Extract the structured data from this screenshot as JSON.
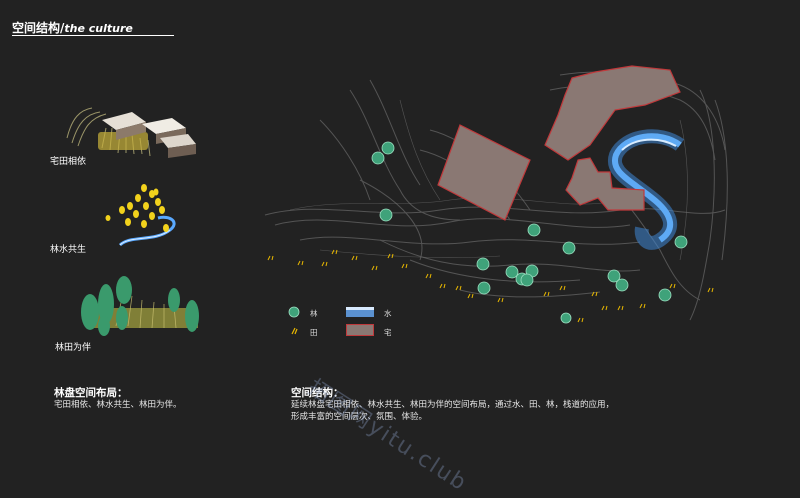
{
  "title": {
    "main": "空间结构/",
    "sub": "the culture"
  },
  "left_panel": {
    "items": [
      {
        "label": "宅田相依"
      },
      {
        "label": "林水共生"
      },
      {
        "label": "林田为伴"
      }
    ],
    "heading": "林盘空间布局：",
    "text": "宅田相依、林水共生、林田为伴。"
  },
  "legend": {
    "forest": "林",
    "water": "水",
    "field": "田",
    "house": "宅"
  },
  "description": {
    "heading": "空间结构：",
    "line1": "延续林盘宅田相依、林水共生、林田为伴的空间布局，通过水、田、林，栈道的应用，",
    "line2": "形成丰富的空间层次、氛围、体验。"
  },
  "watermark": "拓图网yitu.club",
  "colors": {
    "background": "#222222",
    "tree": "#3fa27a",
    "water": "#4b9be8",
    "house_fill": "#8a7873",
    "house_stroke": "#c0393b",
    "field": "#e8b800"
  }
}
